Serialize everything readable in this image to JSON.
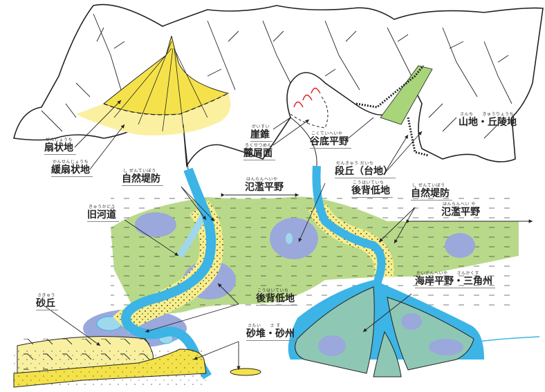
{
  "diagram": {
    "type": "landform-illustration",
    "colors": {
      "mountain_fill": "#ffffff",
      "outline": "#222222",
      "alluvial_fan": "#f5e24a",
      "gentle_fan": "#fbf0a0",
      "floodplain": "#b9d98a",
      "natural_levee": "#f7ee8c",
      "river": "#3cb4e6",
      "back_marsh": "#9aa8dc",
      "old_channel": "#9fd8ec",
      "delta": "#8fc7b5",
      "sand_dune": "#f8f0a0",
      "sand_bar": "#f3e24a",
      "valley_terrace": "#a8d47a",
      "talus_marks": "#e02020"
    }
  },
  "labels": {
    "fan": {
      "ruby": "せんじょうち",
      "text": "扇状地"
    },
    "gentle_fan": {
      "ruby": "かんせんじょうち",
      "text": "緩扇状地"
    },
    "talus_cone": {
      "ruby": "がいすい",
      "text": "崖錐"
    },
    "talus_slope": {
      "ruby": "ろくせつめん",
      "text": "麓屑面"
    },
    "valley_plain": {
      "ruby": "こくていへいや",
      "text": "谷底平野"
    },
    "terrace": {
      "ruby": "だんきゅう だいち",
      "text": "段丘（台地）"
    },
    "mountain": {
      "ruby": "さんち　　きゅうりょうち",
      "text": "山地・丘陵地"
    },
    "levee_left": {
      "ruby": "し ぜんていぼう",
      "text": "自然堤防"
    },
    "floodplain_center": {
      "ruby": "はんらんへいや",
      "text": "氾濫平野"
    },
    "back_marsh_top": {
      "ruby": "こうはいていち",
      "text": "後背低地"
    },
    "levee_right": {
      "ruby": "し ぜんていぼう",
      "text": "自然堤防"
    },
    "floodplain_right": {
      "ruby": "はんらんへい や",
      "text": "氾濫平野"
    },
    "old_channel": {
      "ruby": "きゅうかどう",
      "text": "旧河道"
    },
    "back_marsh_bottom": {
      "ruby": "こうはいていち",
      "text": "後背低地"
    },
    "coastal_plain": {
      "ruby": "かいがんへいや　　さんかくす",
      "text": "海岸平野・三角州"
    },
    "sand_dune": {
      "ruby": "さきゅう",
      "text": "砂丘"
    },
    "sand_bar": {
      "ruby": "さたい　　さ す",
      "text": "砂堆・砂州"
    }
  }
}
